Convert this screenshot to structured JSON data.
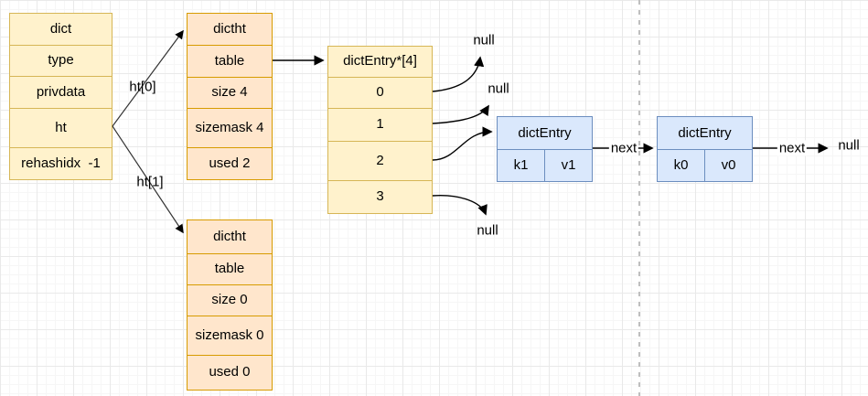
{
  "colors": {
    "yellow_fill": "#fff2cc",
    "yellow_border": "#d6b656",
    "orange_fill": "#ffe6cc",
    "orange_border": "#d79b00",
    "blue_fill": "#dae8fc",
    "blue_border": "#6c8ebf",
    "arrow": "#000000",
    "divider": "#bfbfbf"
  },
  "dict_table": {
    "rows": [
      "dict",
      "type",
      "privdata",
      "ht",
      "rehashidx  -1"
    ]
  },
  "dictht_ht0": {
    "rows": [
      "dictht",
      "table",
      "size 4",
      "sizemask 4",
      "used 2"
    ]
  },
  "bucket_array": {
    "rows": [
      "dictEntry*[4]",
      "0",
      "1",
      "2",
      "3"
    ]
  },
  "dictht_ht1": {
    "rows": [
      "dictht",
      "table",
      "size 0",
      "sizemask 0",
      "used 0"
    ]
  },
  "entry_k1": {
    "title": "dictEntry",
    "key": "k1",
    "value": "v1"
  },
  "entry_k0": {
    "title": "dictEntry",
    "key": "k0",
    "value": "v0"
  },
  "labels": {
    "ht0": "ht[0]",
    "ht1": "ht[1]",
    "next_1": "next",
    "next_2": "next",
    "null_top": "null",
    "null_mid": "null",
    "null_bottom": "null",
    "null_end": "null"
  }
}
